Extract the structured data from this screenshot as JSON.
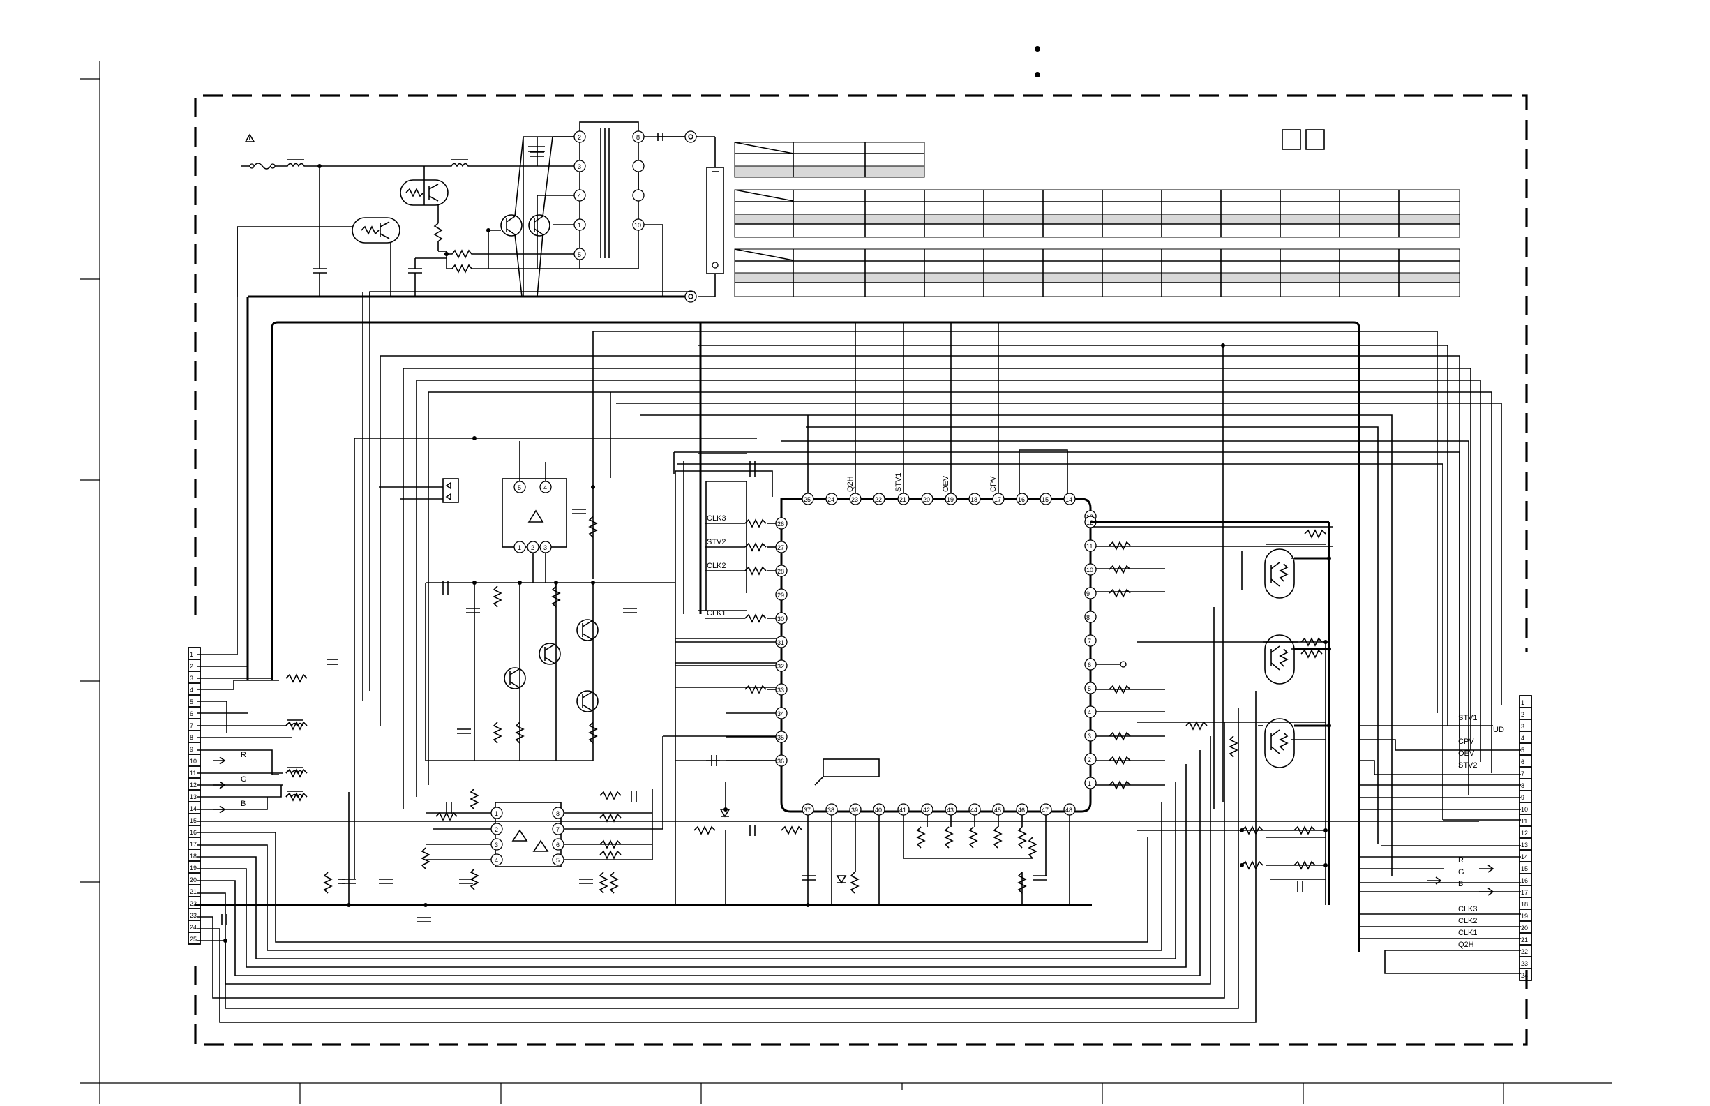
{
  "left_connector": {
    "pins": [
      "1",
      "2",
      "3",
      "4",
      "5",
      "6",
      "7",
      "8",
      "9",
      "10",
      "11",
      "12",
      "13",
      "14",
      "15",
      "16",
      "17",
      "18",
      "19",
      "20",
      "21",
      "22",
      "23",
      "24",
      "25"
    ],
    "signal_labels": [
      "R",
      "G",
      "B"
    ]
  },
  "right_connector": {
    "pins": [
      "1",
      "2",
      "3",
      "4",
      "5",
      "6",
      "7",
      "8",
      "9",
      "10",
      "11",
      "12",
      "13",
      "14",
      "15",
      "16",
      "17",
      "18",
      "19",
      "20",
      "21",
      "22",
      "23",
      "24"
    ],
    "signal_labels": [
      "STV1",
      "UD",
      "CPV",
      "OEV",
      "STV2",
      "R",
      "G",
      "B",
      "CLK3",
      "CLK2",
      "CLK1",
      "Q2H"
    ]
  },
  "main_ic": {
    "top_pins": [
      "25",
      "24",
      "23",
      "22",
      "21",
      "20",
      "19",
      "18",
      "17",
      "16",
      "15",
      "14",
      "13"
    ],
    "top_labels": [
      "Q2H",
      "STV1",
      "OEV",
      "CPV"
    ],
    "left_pins": [
      "26",
      "27",
      "28",
      "29",
      "30",
      "31",
      "32",
      "33",
      "34",
      "35",
      "36"
    ],
    "left_labels": [
      "CLK3",
      "STV2",
      "CLK2",
      "CLK1"
    ],
    "right_pins": [
      "12",
      "11",
      "10",
      "9",
      "8",
      "7",
      "6",
      "5",
      "4",
      "3",
      "2",
      "1"
    ],
    "bottom_pins": [
      "37",
      "38",
      "39",
      "40",
      "41",
      "42",
      "43",
      "44",
      "45",
      "46",
      "47",
      "48"
    ]
  },
  "transformer": {
    "primary_pins": [
      "2",
      "3",
      "4",
      "1",
      "5"
    ],
    "secondary_pins": [
      "8",
      "10"
    ]
  },
  "opto_ic": {
    "pins": [
      "5",
      "4",
      "1",
      "2",
      "3"
    ]
  },
  "op_amp_ic": {
    "left_pins": [
      "1",
      "2",
      "3",
      "4"
    ],
    "right_pins": [
      "8",
      "7",
      "6",
      "5"
    ]
  }
}
